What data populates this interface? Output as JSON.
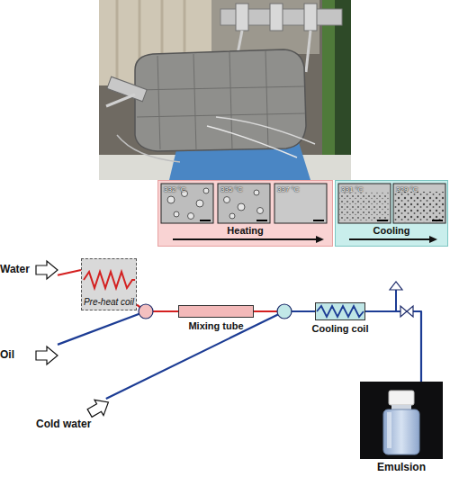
{
  "diagram": {
    "nodes": [
      {
        "text": [
          "Heating"
        ]
      },
      {
        "text": [
          "332 °C"
        ],
        "in": 0
      },
      {
        "text": [
          "335 °C"
        ],
        "in": 0
      },
      {
        "text": [
          "337 °C"
        ],
        "in": 0
      },
      {
        "text": [
          "Cooling"
        ]
      },
      {
        "text": [
          "331 °C"
        ],
        "in": 4
      },
      {
        "text": [
          "329 °C"
        ],
        "in": 4
      },
      {
        "text": [
          "Water"
        ]
      },
      {
        "text": [
          "Pre-heat coil"
        ]
      },
      {
        "text": [
          "Mixing tube"
        ]
      },
      {
        "text": [
          "Cooling coil"
        ]
      },
      {
        "text": [
          "Oil"
        ]
      },
      {
        "text": [
          "Cold water"
        ]
      },
      {
        "text": [
          "Emulsion"
        ]
      }
    ],
    "edges": [
      {
        "from": 7,
        "to": 8,
        "arrow": "none"
      },
      {
        "from": 11,
        "to": 9,
        "arrow": "none"
      },
      {
        "from": 8,
        "to": 9,
        "arrow": "none"
      },
      {
        "from": 9,
        "to": 10,
        "arrow": "none"
      },
      {
        "from": 12,
        "to": 10,
        "arrow": "none"
      },
      {
        "from": 10,
        "to": 13,
        "arrow": "none"
      }
    ]
  }
}
